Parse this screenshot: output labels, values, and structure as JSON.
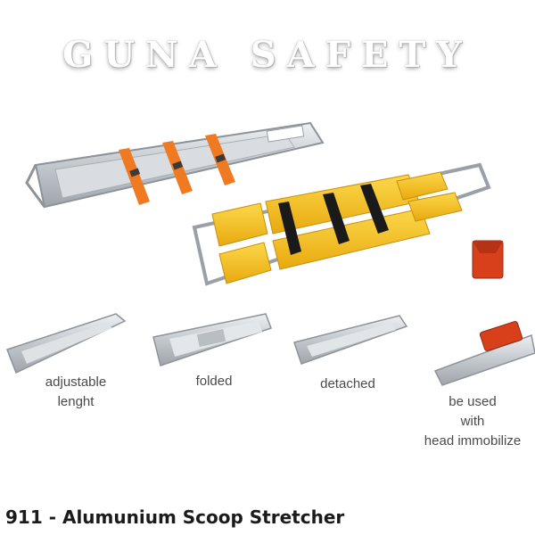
{
  "brand": "GUNA SAFETY",
  "captions": {
    "adjustable": [
      "adjustable",
      "lenght"
    ],
    "folded": "folded",
    "detached": "detached",
    "head": [
      "be used",
      "with",
      "head immobilize"
    ]
  },
  "product_title": "911 - Alumunium Scoop Stretcher",
  "colors": {
    "strap_orange": "#f07a22",
    "pad_yellow": "#f4c21c",
    "strap_black": "#1a1a1a",
    "bag_red": "#d8401c",
    "metal": "#c9cdd2"
  }
}
